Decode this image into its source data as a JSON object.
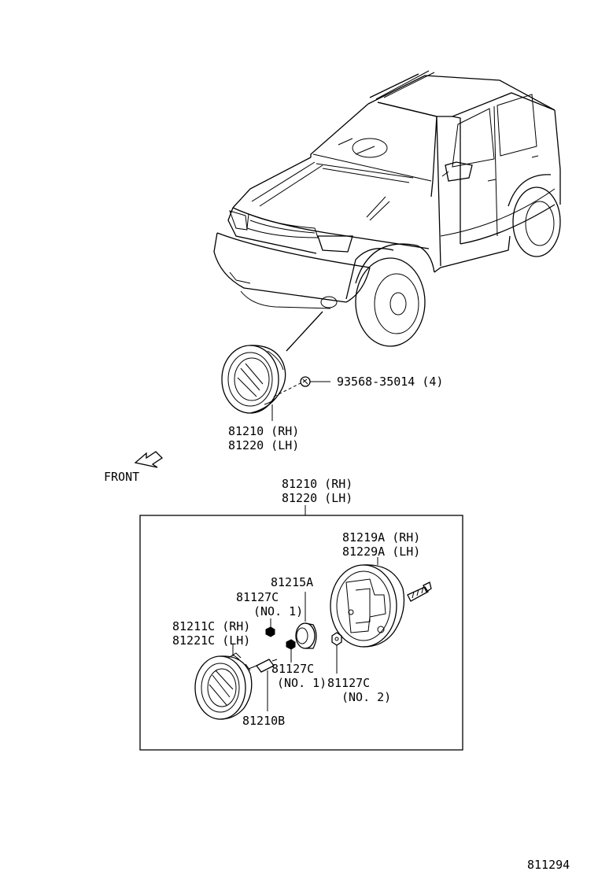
{
  "top_labels": {
    "bolt_part": "93568-35014 (4)",
    "assembly_rh": "81210 (RH)",
    "assembly_lh": "81220 (LH)",
    "front": "FRONT"
  },
  "box": {
    "header_rh": "81210 (RH)",
    "header_lh": "81220 (LH)",
    "housing_rh": "81219A (RH)",
    "housing_lh": "81229A (LH)",
    "grommet": "81215A",
    "nut1_top_part": "81127C",
    "nut1_top_note": "(NO. 1)",
    "lens_rh": "81211C (RH)",
    "lens_lh": "81221C (LH)",
    "nut1_bottom_part": "81127C",
    "nut1_bottom_note": "(NO. 1)",
    "nut2_part": "81127C",
    "nut2_note": "(NO. 2)",
    "bulb": "81210B"
  },
  "diagram_id": "811294"
}
